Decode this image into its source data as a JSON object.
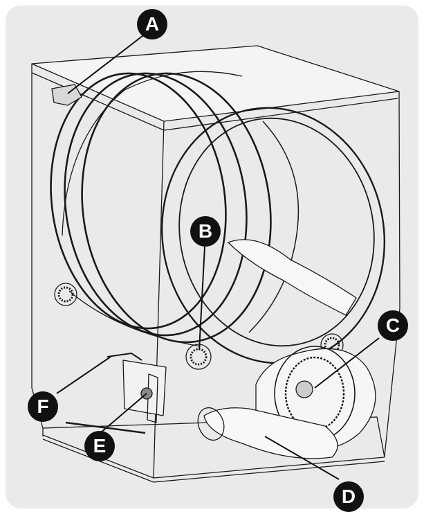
{
  "callouts": {
    "A": "A",
    "B": "B",
    "C": "C",
    "D": "D",
    "E": "E",
    "F": "F"
  },
  "colors": {
    "panel": "#e9eaeb",
    "line": "#1a1a1a",
    "callout_fill": "#111111",
    "callout_text": "#ffffff"
  }
}
